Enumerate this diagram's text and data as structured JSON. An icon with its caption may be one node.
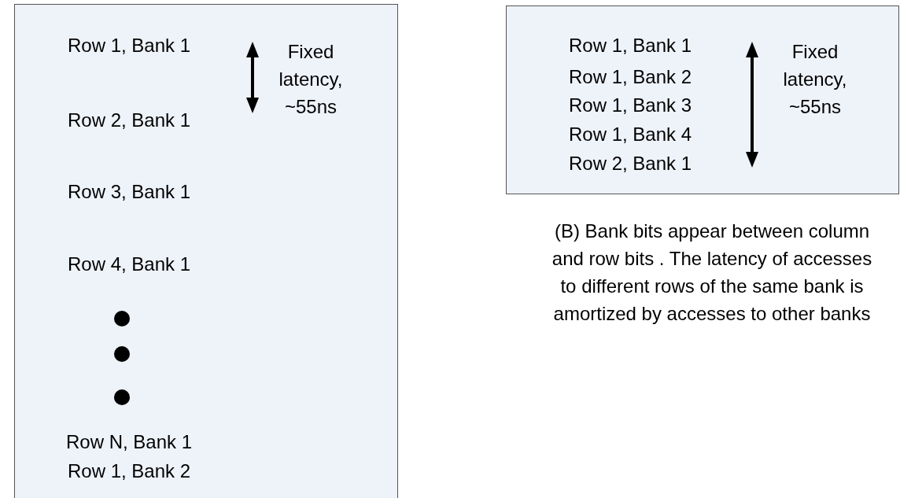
{
  "diagram": {
    "nodes": [
      {
        "text": [
          "Row 1, Bank 1",
          "Row 2, Bank 1",
          "Row 3, Bank 1",
          "Row 4, Bank 1",
          "Row N, Bank 1",
          "Row 1, Bank 2",
          "Fixed latency, ~55ns"
        ]
      },
      {
        "text": [
          "Row 1, Bank 1",
          "Row 1, Bank 2",
          "Row 1, Bank 3",
          "Row 1, Bank 4",
          "Row 2, Bank 1",
          "Fixed latency, ~55ns"
        ],
        "beside": [
          "(B) Bank bits appear between column and row bits . The latency of accesses to different rows of the same bank is amortized by accesses to other banks"
        ]
      }
    ]
  }
}
